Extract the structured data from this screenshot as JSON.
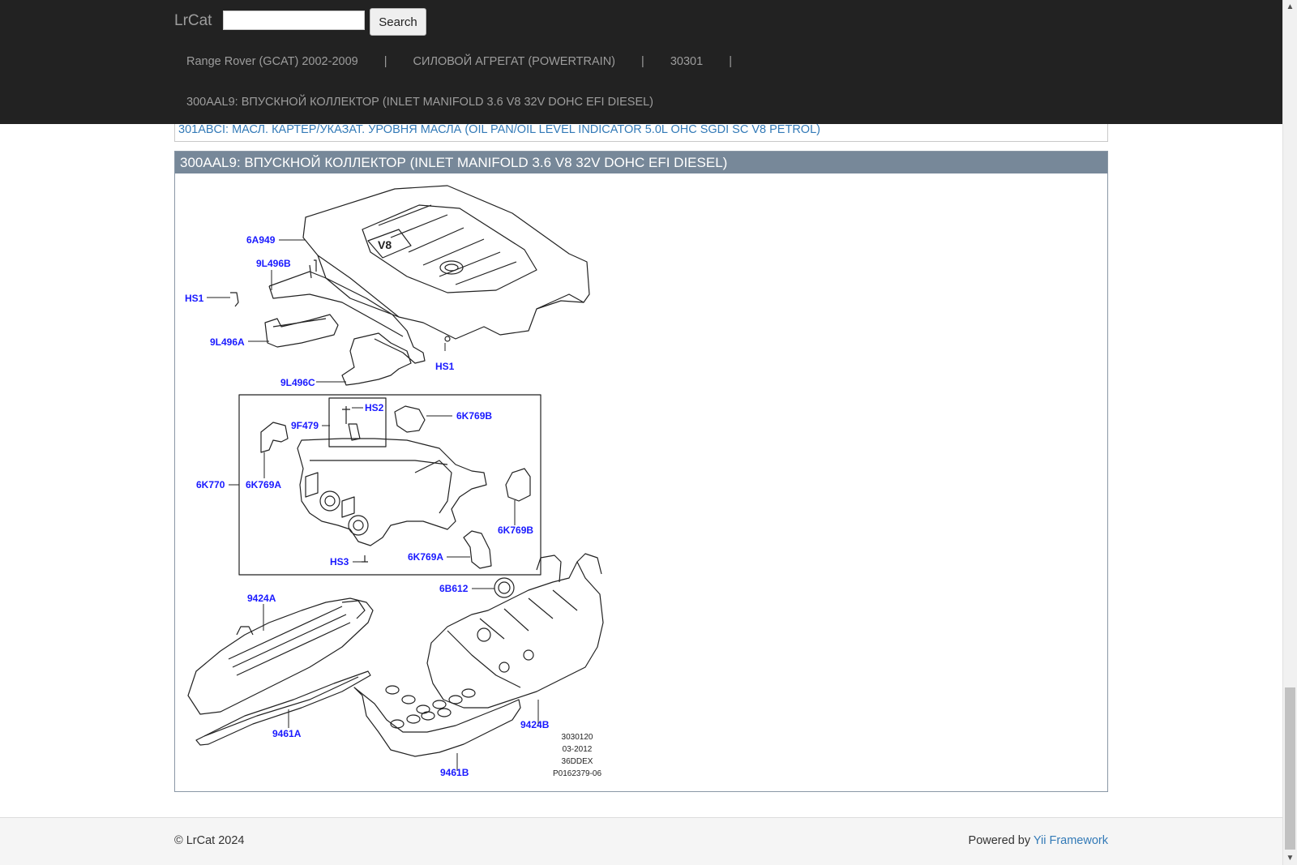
{
  "header": {
    "brand": "LrCat",
    "search": {
      "value": "",
      "placeholder": "",
      "button_label": "Search"
    },
    "breadcrumb": {
      "items": [
        "Range Rover (GCAT) 2002-2009",
        "СИЛОВОЙ АГРЕГАТ (POWERTRAIN)",
        "30301"
      ],
      "separator": "|",
      "current": "300AAL9: ВПУСКНОЙ КОЛЛЕКТОР (INLET MANIFOLD 3.6 V8 32V DOHC EFI DIESEL)"
    }
  },
  "previous_section": {
    "link": "301ABCI: МАСЛ. КАРТЕР/УКАЗАТ. УРОВНЯ МАСЛА (OIL PAN/OIL LEVEL INDICATOR 5.0L OHC SGDI SC V8 PETROL)"
  },
  "panel": {
    "title": "300AAL9: ВПУСКНОЙ КОЛЛЕКТОР (INLET MANIFOLD 3.6 V8 32V DOHC EFI DIESEL)",
    "callouts": {
      "c6A949": "6A949",
      "c9L496B": "9L496B",
      "cHS1a": "HS1",
      "c9L496A": "9L496A",
      "cHS1b": "HS1",
      "c9L496C": "9L496C",
      "cHS2": "HS2",
      "c9F479": "9F479",
      "c6K769Ba": "6K769B",
      "c6K770": "6K770",
      "c6K769Aa": "6K769A",
      "c6K769Bb": "6K769B",
      "cHS3": "HS3",
      "c6K769Ab": "6K769A",
      "c9424A": "9424A",
      "c6B612": "6B612",
      "c9461A": "9461A",
      "c9424B": "9424B",
      "c9461B": "9461B"
    },
    "stamp": [
      "3030120",
      "03-2012",
      "36DDEX",
      "P0162379-06"
    ]
  },
  "footer": {
    "copyright": "© LrCat 2024",
    "powered_prefix": "Powered by ",
    "powered_link": "Yii Framework"
  },
  "colors": {
    "navbar_bg": "#222222",
    "panel_header_bg": "#778899",
    "link": "#337ab7",
    "callout": "#1a1aff"
  }
}
